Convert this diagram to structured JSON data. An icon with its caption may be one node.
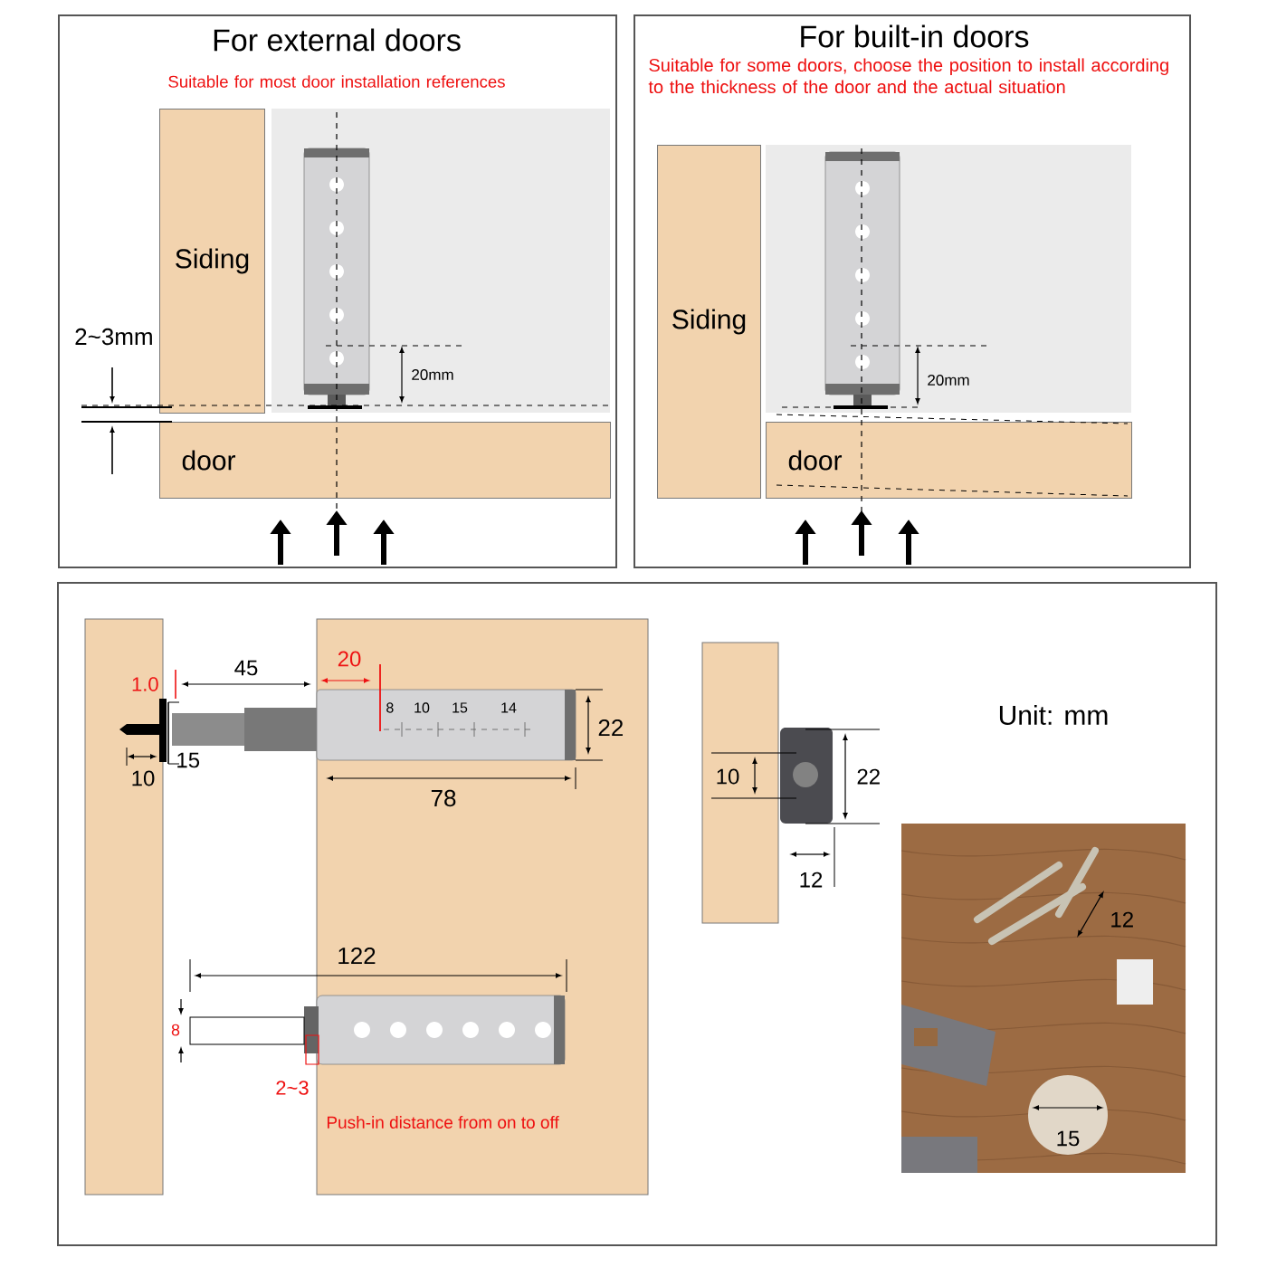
{
  "diagram": {
    "nodes": [
      {
        "text": [
          "For external doors",
          "Suitable for most door installation references"
        ]
      },
      {
        "text": [
          "Siding"
        ],
        "in": 0
      },
      {
        "text": [
          "door"
        ],
        "in": 0
      },
      {
        "text": [
          "For built-in doors",
          "Suitable for some doors, choose the position to install according to the thickness of the door and the actual situation"
        ]
      },
      {
        "text": [
          "Siding"
        ],
        "in": 3
      },
      {
        "text": [
          "door"
        ],
        "in": 3
      }
    ],
    "labels": [
      "2~3mm",
      "20mm",
      "20mm",
      "1.0",
      "45",
      "20",
      "8",
      "10",
      "15",
      "14",
      "22",
      "15",
      "10",
      "78",
      "122",
      "8",
      "2~3",
      "Push-in distance from on to off",
      "10",
      "22",
      "12",
      "Unit: mm",
      "12",
      "15"
    ]
  }
}
